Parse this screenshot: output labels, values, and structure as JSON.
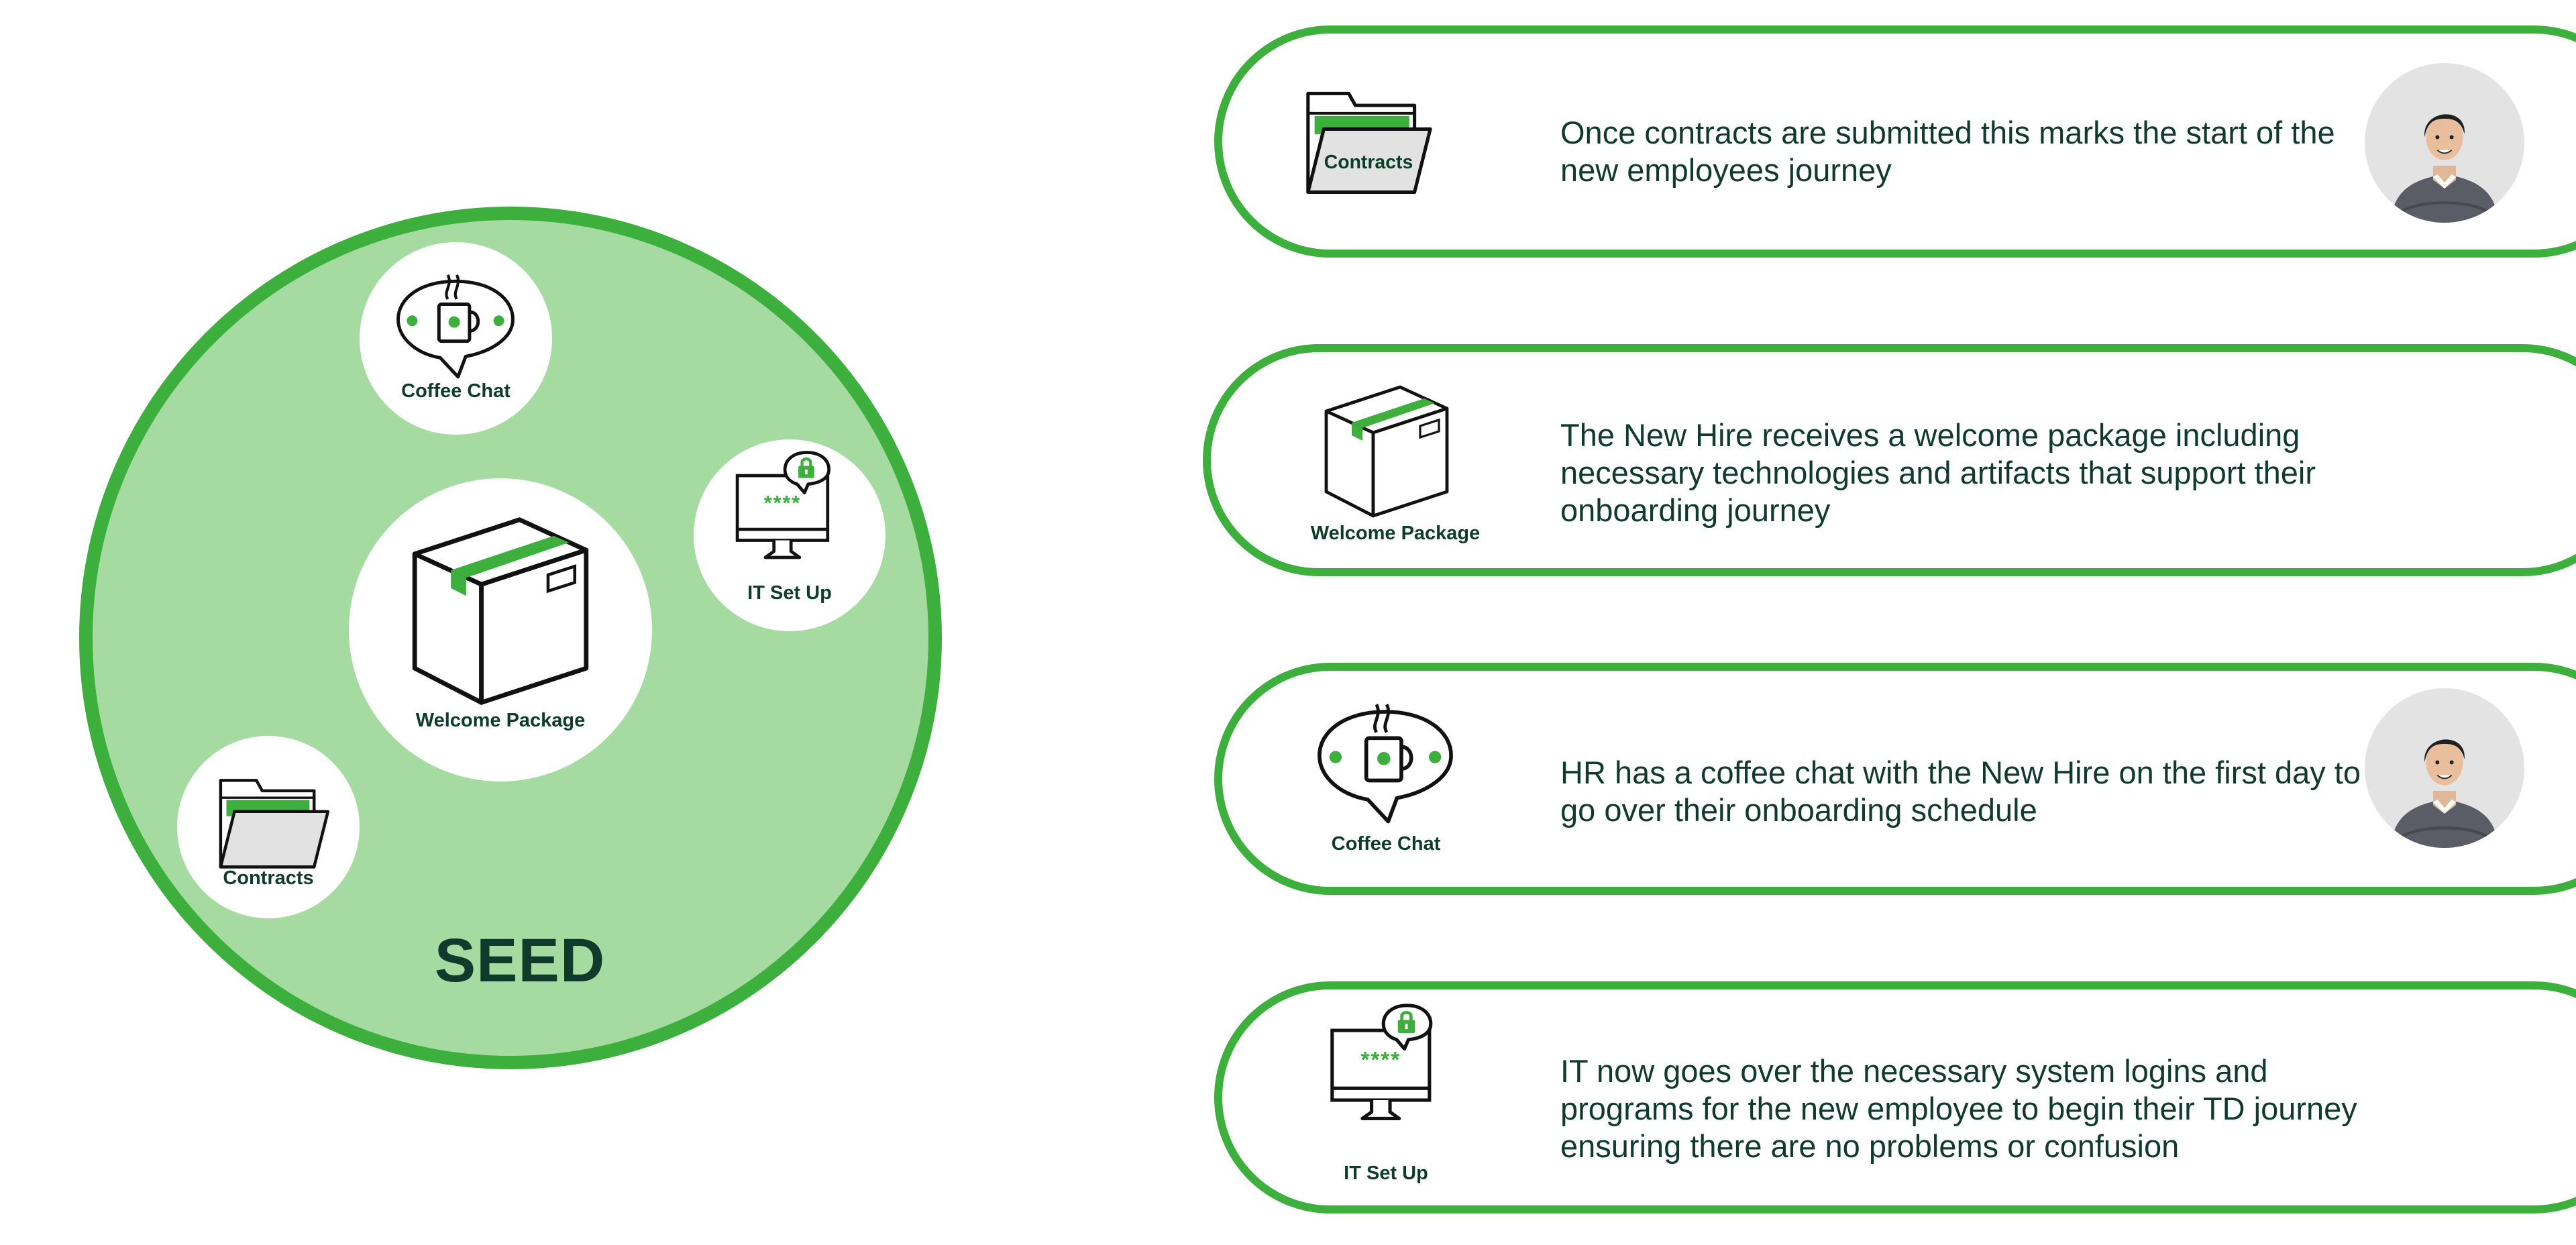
{
  "colors": {
    "accent_green": "#3caf3c",
    "light_green": "#a5dba0",
    "dark_text": "#0f3a2c",
    "card_gray": "#e2e2e2"
  },
  "diagram": {
    "title": "SEED",
    "bubbles": {
      "coffee_chat": "Coffee Chat",
      "it_setup": "IT Set Up",
      "welcome_package": "Welcome Package",
      "contracts": "Contracts"
    }
  },
  "steps": [
    {
      "icon": "folder-icon",
      "icon_text": "Contracts",
      "text": "Once contracts are submitted this marks the start of the new employees journey",
      "has_avatar": true
    },
    {
      "icon": "box-icon",
      "label": "Welcome Package",
      "text": "The New Hire receives a welcome package including necessary technologies and artifacts that support their onboarding journey",
      "has_avatar": false
    },
    {
      "icon": "coffee-chat-icon",
      "label": "Coffee Chat",
      "text": "HR has a coffee chat with the New Hire on the first day to go over their onboarding schedule",
      "has_avatar": true
    },
    {
      "icon": "computer-lock-icon",
      "label": "IT Set Up",
      "password_mask": "****",
      "text": "IT now goes over the necessary system logins and programs for the new employee to begin their TD journey ensuring there are no problems or confusion",
      "has_avatar": false
    }
  ]
}
